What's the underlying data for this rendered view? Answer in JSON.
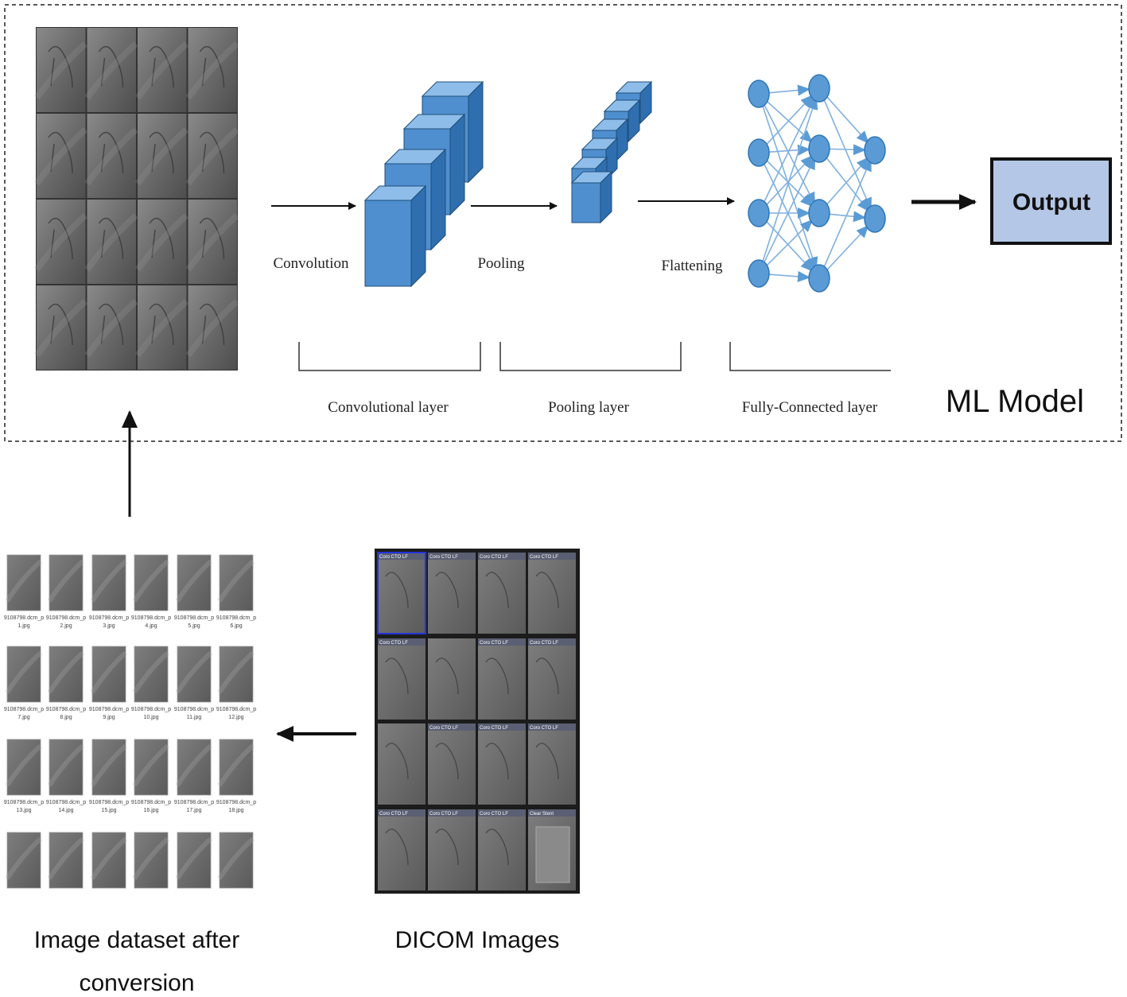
{
  "labels": {
    "convolution": "Convolution",
    "pooling": "Pooling",
    "flattening": "Flattening",
    "output": "Output",
    "conv_layer": "Convolutional layer",
    "pool_layer": "Pooling layer",
    "fc_layer": "Fully-Connected layer",
    "ml_model": "ML Model",
    "dataset_line1": "Image dataset after",
    "dataset_line2": "conversion",
    "dicom": "DICOM Images"
  },
  "dataset_files": [
    [
      "9108798.dcm_p",
      "1.jpg"
    ],
    [
      "9108798.dcm_p",
      "2.jpg"
    ],
    [
      "9108798.dcm_p",
      "3.jpg"
    ],
    [
      "9108798.dcm_p",
      "4.jpg"
    ],
    [
      "9108798.dcm_p",
      "5.jpg"
    ],
    [
      "9108798.dcm_p",
      "6.jpg"
    ],
    [
      "9108798.dcm_p",
      "7.jpg"
    ],
    [
      "9108798.dcm_p",
      "8.jpg"
    ],
    [
      "9108798.dcm_p",
      "9.jpg"
    ],
    [
      "9108798.dcm_p",
      "10.jpg"
    ],
    [
      "9108798.dcm_p",
      "11.jpg"
    ],
    [
      "9108798.dcm_p",
      "12.jpg"
    ],
    [
      "9108798.dcm_p",
      "13.jpg"
    ],
    [
      "9108798.dcm_p",
      "14.jpg"
    ],
    [
      "9108798.dcm_p",
      "15.jpg"
    ],
    [
      "9108798.dcm_p",
      "16.jpg"
    ],
    [
      "9108798.dcm_p",
      "17.jpg"
    ],
    [
      "9108798.dcm_p",
      "18.jpg"
    ]
  ],
  "dicom_tiles": [
    "Coro CTO LF",
    "Coro CTO LF",
    "Coro CTO LF",
    "Coro CTO LF",
    "Coro CTO LF",
    "",
    "Coro CTO LF",
    "Coro CTO LF",
    "",
    "Coro CTO LF",
    "Coro CTO LF",
    "Coro CTO LF",
    "Coro CTO LF",
    "Coro CTO LF",
    "Coro CTO LF",
    "Clear Stent"
  ],
  "colors": {
    "cube_front": "#4f8fcf",
    "cube_top": "#8fbdea",
    "cube_side": "#2f6fb0",
    "neuron": "#5b9bd5",
    "output_fill": "#b4c7e7",
    "xray_bg": "#6e6e6e"
  },
  "icons": {
    "arrow": "right-arrow-icon",
    "neuron": "circle-node-icon"
  }
}
